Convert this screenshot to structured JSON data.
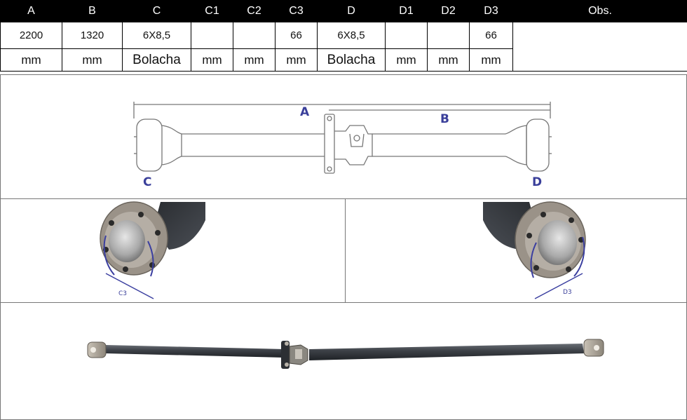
{
  "table": {
    "headers": [
      "A",
      "B",
      "C",
      "C1",
      "C2",
      "C3",
      "D",
      "D1",
      "D2",
      "D3",
      "Obs."
    ],
    "values": [
      "2200",
      "1320",
      "6X8,5",
      "",
      "",
      "66",
      "6X8,5",
      "",
      "",
      "66",
      ""
    ],
    "units": [
      "mm",
      "mm",
      "Bolacha",
      "mm",
      "mm",
      "mm",
      "Bolacha",
      "mm",
      "mm",
      "mm",
      ""
    ]
  },
  "diagram": {
    "label_a": "A",
    "label_b": "B",
    "label_c": "C",
    "label_d": "D"
  },
  "flange_left": {
    "label": "C3"
  },
  "flange_right": {
    "label": "D3"
  },
  "colors": {
    "dimension_text": "#3a3f9a",
    "dimension_arc": "#3b3fa0",
    "shaft_dark": "#3b3f45",
    "line_gray": "#888888"
  }
}
